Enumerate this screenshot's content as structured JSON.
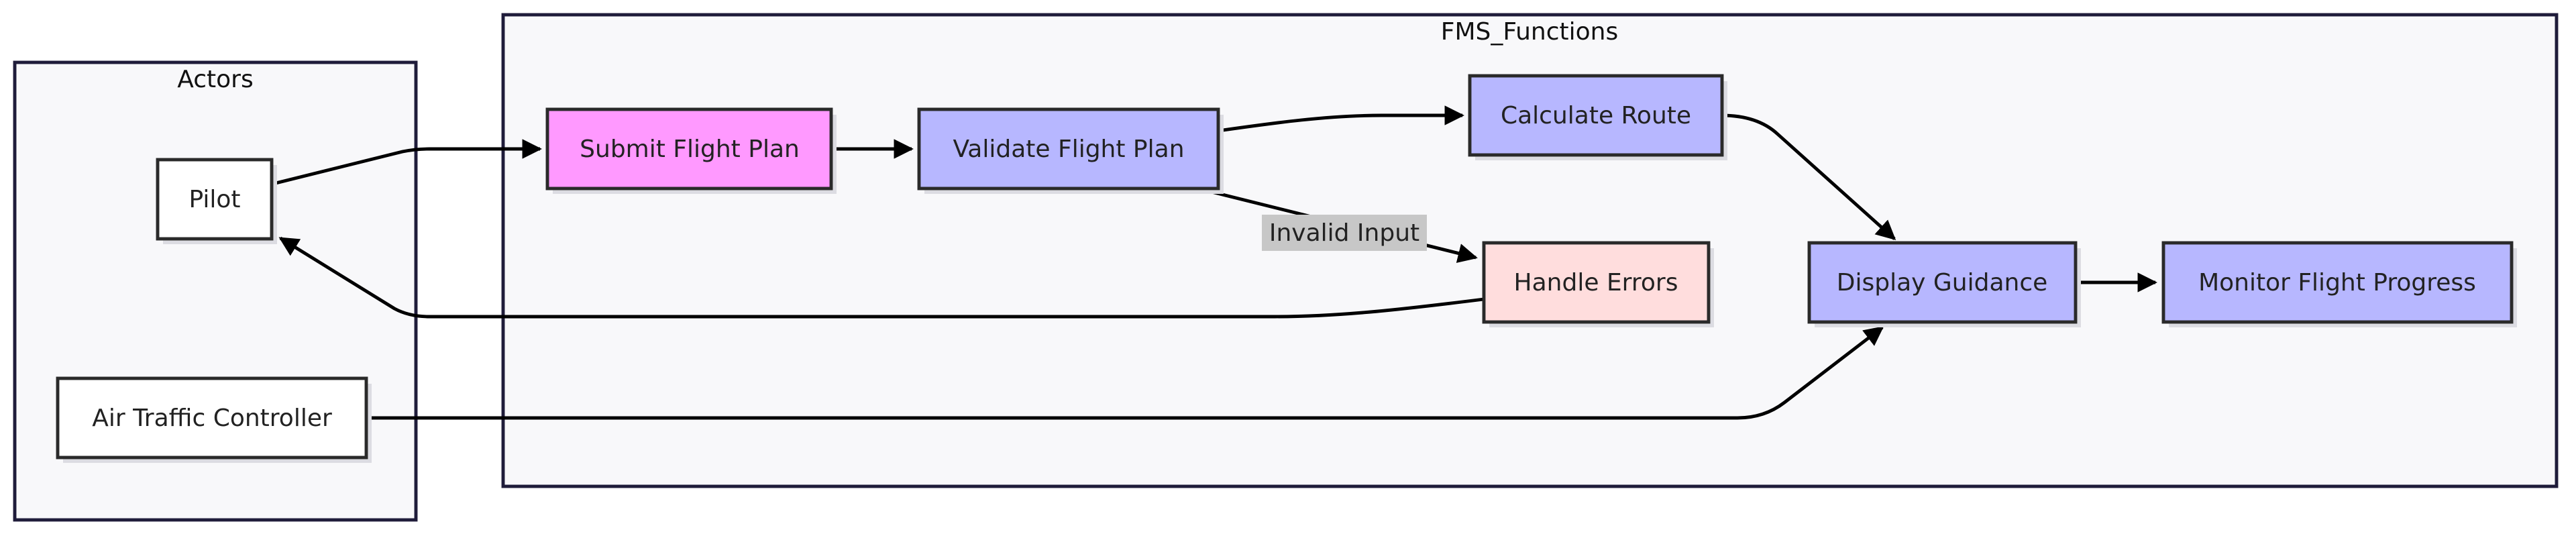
{
  "colors": {
    "cluster_fill": "#f8f8fa",
    "cluster_border": "#1f1c3a",
    "actor_node_fill": "#ffffff",
    "process_node_fill": "#b7b7ff",
    "start_node_fill": "#ff99ff",
    "error_node_fill": "#ffdddd",
    "edge_color": "#000000",
    "edge_label_bg": "#c7c7c7"
  },
  "clusters": [
    {
      "id": "actors",
      "label": "Actors"
    },
    {
      "id": "fms",
      "label": "FMS_Functions"
    }
  ],
  "nodes": [
    {
      "id": "pilot",
      "label": "Pilot",
      "style": "actor"
    },
    {
      "id": "atc",
      "label": "Air Traffic Controller",
      "style": "actor"
    },
    {
      "id": "submit",
      "label": "Submit Flight Plan",
      "style": "start"
    },
    {
      "id": "validate",
      "label": "Validate Flight Plan",
      "style": "process"
    },
    {
      "id": "route",
      "label": "Calculate Route",
      "style": "process"
    },
    {
      "id": "errors",
      "label": "Handle Errors",
      "style": "error"
    },
    {
      "id": "guidance",
      "label": "Display Guidance",
      "style": "process"
    },
    {
      "id": "monitor",
      "label": "Monitor Flight Progress",
      "style": "process"
    }
  ],
  "edges": [
    {
      "from": "pilot",
      "to": "submit",
      "label": ""
    },
    {
      "from": "submit",
      "to": "validate",
      "label": ""
    },
    {
      "from": "validate",
      "to": "route",
      "label": ""
    },
    {
      "from": "validate",
      "to": "errors",
      "label": "Invalid Input"
    },
    {
      "from": "errors",
      "to": "pilot",
      "label": ""
    },
    {
      "from": "route",
      "to": "guidance",
      "label": ""
    },
    {
      "from": "guidance",
      "to": "monitor",
      "label": ""
    },
    {
      "from": "atc",
      "to": "guidance",
      "label": ""
    }
  ]
}
